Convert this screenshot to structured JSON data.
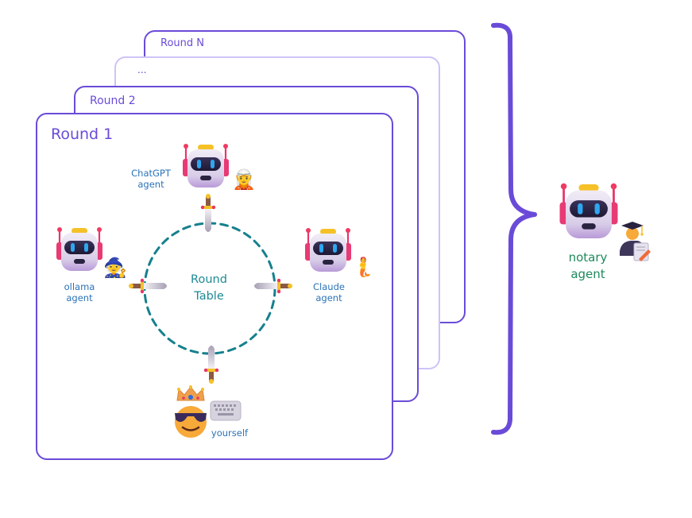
{
  "rounds": [
    {
      "id": "round-n",
      "title": "Round N"
    },
    {
      "id": "round-ellipsis",
      "title": "..."
    },
    {
      "id": "round-2",
      "title": "Round 2"
    },
    {
      "id": "round-1",
      "title": "Round 1"
    }
  ],
  "round_table": {
    "label_line1": "Round",
    "label_line2": "Table"
  },
  "participants": {
    "chatgpt": {
      "line1": "ChatGPT",
      "line2": "agent",
      "persona_icon": "elf-icon",
      "persona_glyph": "🧝"
    },
    "ollama": {
      "line1": "ollama",
      "line2": "agent",
      "persona_icon": "mage-icon",
      "persona_glyph": "🧙"
    },
    "claude": {
      "line1": "Claude",
      "line2": "agent",
      "persona_icon": "merman-icon",
      "persona_glyph": "🧜"
    },
    "yourself": {
      "label": "yourself",
      "avatar_icon": "crowned-sunglasses-face-icon",
      "input_icon": "keyboard-icon"
    }
  },
  "notary": {
    "line1": "notary",
    "line2": "agent",
    "persona_icon": "graduate-with-document-icon"
  },
  "colors": {
    "card_border": "#6a4bd8",
    "card_border_faded": "#cfc3f7",
    "round_title": "#6a4bd8",
    "agent_label": "#2b73b8",
    "round_table": "#1d8a95",
    "notary_label": "#1d8a5c",
    "brace": "#6a4bd8"
  }
}
